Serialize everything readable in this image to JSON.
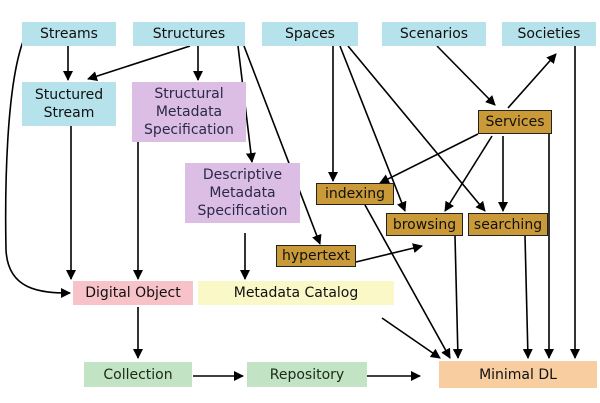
{
  "nodes": {
    "streams": "Streams",
    "structures": "Structures",
    "spaces": "Spaces",
    "scenarios": "Scenarios",
    "societies": "Societies",
    "structured_stream": "Stuctured Stream",
    "structural_metadata": "Structural Metadata Specification",
    "descriptive_metadata": "Descriptive Metadata Specification",
    "services": "Services",
    "indexing": "indexing",
    "browsing": "browsing",
    "searching": "searching",
    "hypertext": "hypertext",
    "digital_object": "Digital Object",
    "metadata_catalog": "Metadata Catalog",
    "collection": "Collection",
    "repository": "Repository",
    "minimal_dl": "Minimal DL"
  },
  "colors": {
    "blue": "#b6e2ec",
    "purple": "#dcbde4",
    "pink": "#f8c3c8",
    "yellow": "#fbf8c8",
    "green": "#c2e3c4",
    "orange": "#f8cda0",
    "brown": "#c99a37",
    "arrow": "#000000"
  }
}
